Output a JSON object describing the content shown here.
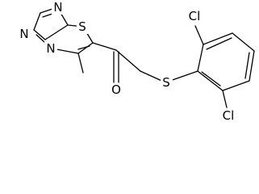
{
  "molecule": {
    "atoms": {
      "n_top": "N",
      "n_left": "N",
      "n_bridge": "N",
      "s_ring": "S",
      "o_carbonyl": "O",
      "s_thioether": "S",
      "cl_top": "Cl",
      "cl_bottom": "Cl"
    }
  }
}
